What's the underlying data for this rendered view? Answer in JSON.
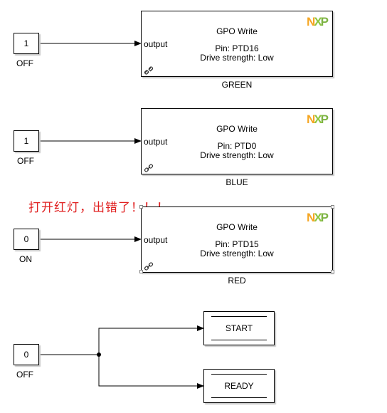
{
  "constants": [
    {
      "value": "1",
      "label": "OFF"
    },
    {
      "value": "1",
      "label": "OFF"
    },
    {
      "value": "0",
      "label": "ON"
    },
    {
      "value": "0",
      "label": "OFF"
    }
  ],
  "gpo_blocks": [
    {
      "title": "GPO Write",
      "pin": "Pin: PTD16",
      "drive": "Drive strength: Low",
      "port": "output",
      "name": "GREEN",
      "logo": "NXP"
    },
    {
      "title": "GPO Write",
      "pin": "Pin: PTD0",
      "drive": "Drive strength: Low",
      "port": "output",
      "name": "BLUE",
      "logo": "NXP"
    },
    {
      "title": "GPO Write",
      "pin": "Pin: PTD15",
      "drive": "Drive strength: Low",
      "port": "output",
      "name": "RED",
      "logo": "NXP"
    }
  ],
  "stores": [
    {
      "label": "START"
    },
    {
      "label": "READY"
    }
  ],
  "annotation": "打开红灯，出错了！！！",
  "colors": {
    "annotation": "#e02020",
    "logo_n": "#f5a623",
    "logo_x": "#8cc63f",
    "logo_p": "#7cb342"
  }
}
